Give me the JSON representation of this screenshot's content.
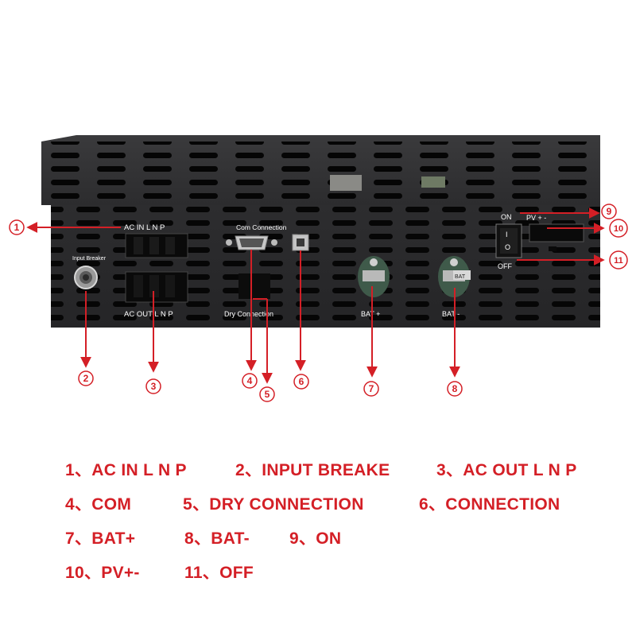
{
  "device_labels": {
    "ac_in": "AC IN  L  N  P",
    "ac_out": "AC OUT  L  N  P",
    "input_breaker": "Input Breaker",
    "com_connection": "Com Connection",
    "dry_connection": "Dry Connection",
    "bat_plus": "BAT +",
    "bat_minus": "BAT -",
    "bat_tag": "BAT",
    "on": "ON",
    "off": "OFF",
    "pv": "PV  +   -",
    "switch_on": "I",
    "switch_off": "O"
  },
  "callouts": [
    "1",
    "2",
    "3",
    "4",
    "5",
    "6",
    "7",
    "8",
    "9",
    "10",
    "11"
  ],
  "legend": {
    "row1": [
      "1、AC IN L N P",
      "2、INPUT BREAKE",
      "3、AC OUT L N P"
    ],
    "row2": [
      "4、COM",
      "5、DRY CONNECTION",
      "6、CONNECTION"
    ],
    "row3": [
      "7、BAT+",
      "8、BAT-",
      "9、ON"
    ],
    "row4": [
      "10、PV+-",
      "11、OFF"
    ]
  },
  "colors": {
    "accent": "#d41f26",
    "panel": "#2a2a2c",
    "background": "#ffffff"
  }
}
